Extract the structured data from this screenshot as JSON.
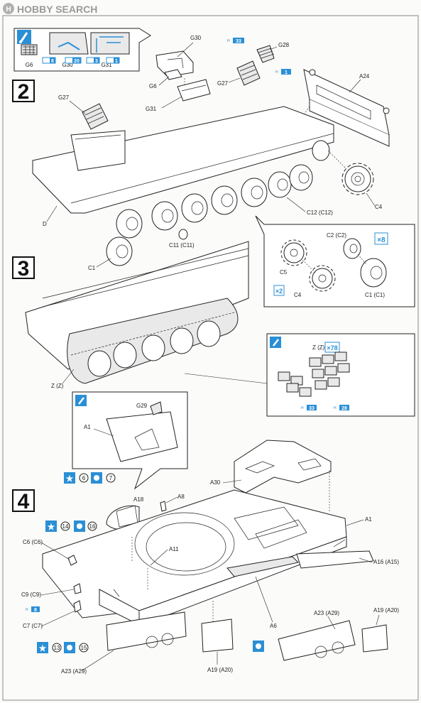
{
  "header": {
    "logo_text": "HOBBY SEARCH"
  },
  "steps": {
    "s2": "2",
    "s3": "3",
    "s4": "4"
  },
  "colors": {
    "accent_blue": "#2a8fd6",
    "line": "#222222",
    "hull_fill": "#ffffff"
  },
  "icons": {
    "paint": "paint-brush-icon",
    "star": "star-decal-icon",
    "decal": "decal-icon"
  },
  "callout_top": {
    "labels": {
      "g6": "G6",
      "g30": "G30",
      "g31": "G31"
    },
    "color_codes": {
      "c1": "8",
      "c2": "20",
      "c3": "3",
      "c4": "1"
    }
  },
  "step2": {
    "labels": {
      "g30": "G30",
      "g28": "G28",
      "g6": "G6",
      "g31": "G31",
      "g27a": "G27",
      "g27b": "G27",
      "a24": "A24",
      "d": "D",
      "c4": "C4",
      "c12": "C12 (C12)",
      "c11": "C11 (C11)",
      "c1": "C1"
    },
    "color_codes": {
      "top": "33",
      "bottom": "1"
    }
  },
  "wheel_callout": {
    "labels": {
      "c5": "C5",
      "c4": "C4",
      "c2": "C2 (C2)",
      "c1": "C1 (C1)"
    },
    "mult_wheels": "×8",
    "mult_sprocket": "×2"
  },
  "step3": {
    "labels": {
      "zz": "Z (Z)"
    },
    "track_callout": {
      "label": "Z (Z)",
      "mult": "×78",
      "code_left": "33",
      "code_right": "28"
    }
  },
  "step4": {
    "detail_labels": {
      "g29": "G29",
      "a1": "A1"
    },
    "labels": {
      "a30": "A30",
      "a8": "A8",
      "a18": "A18",
      "a1": "A1",
      "a11": "A11",
      "a16": "A16 (A15)",
      "c6": "C6 (C6)",
      "c9": "C9 (C9)",
      "c7": "C7 (C7)",
      "a6": "A6",
      "a23l": "A23 (A29)",
      "a19l": "A19 (A20)",
      "a23r": "A23 (A29)",
      "a19r": "A19 (A20)"
    },
    "decal_numbers": {
      "d6": "6",
      "d7": "7",
      "d14": "14",
      "d16": "16",
      "d13": "13",
      "d15": "15"
    },
    "color_code": "8"
  }
}
